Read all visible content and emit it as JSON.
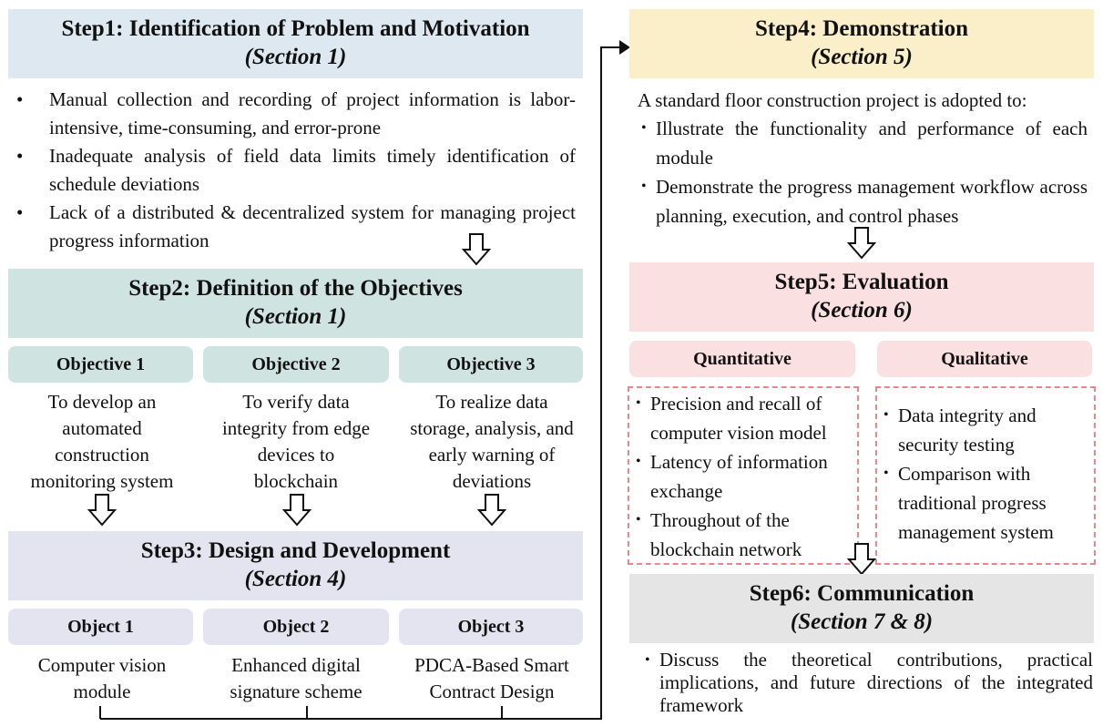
{
  "step1": {
    "title": "Step1: Identification of Problem and Motivation",
    "section": "(Section 1)",
    "bullets": [
      "Manual collection and recording of project information is labor-intensive, time-consuming, and error-prone",
      "Inadequate analysis of field data limits timely identification of schedule deviations",
      "Lack of a distributed & decentralized system for managing project progress information"
    ]
  },
  "step2": {
    "title": "Step2: Definition of the Objectives",
    "section": "(Section 1)",
    "objectives": [
      {
        "label": "Objective 1",
        "text": "To develop an automated construction monitoring system"
      },
      {
        "label": "Objective 2",
        "text": "To verify data integrity from edge devices to blockchain"
      },
      {
        "label": "Objective 3",
        "text": "To realize data storage, analysis, and early warning of deviations"
      }
    ]
  },
  "step3": {
    "title": "Step3: Design and Development",
    "section": "(Section 4)",
    "objects": [
      {
        "label": "Object 1",
        "text": "Computer vision module"
      },
      {
        "label": "Object 2",
        "text": "Enhanced digital signature scheme"
      },
      {
        "label": "Object 3",
        "text": "PDCA-Based Smart Contract Design"
      }
    ]
  },
  "step4": {
    "title": "Step4: Demonstration",
    "section": "(Section 5)",
    "intro": "A standard floor construction project is adopted to:",
    "bullets": [
      "Illustrate the functionality and performance of each module",
      "Demonstrate the progress management workflow across planning, execution, and control phases"
    ]
  },
  "step5": {
    "title": "Step5: Evaluation",
    "section": "(Section 6)",
    "quantitative": {
      "label": "Quantitative",
      "bullets": [
        "Precision and recall of computer vision model",
        "Latency of information exchange",
        "Throughout of the blockchain network"
      ]
    },
    "qualitative": {
      "label": "Qualitative",
      "bullets": [
        "Data integrity and security testing",
        "Comparison with traditional progress management system"
      ]
    }
  },
  "step6": {
    "title": "Step6: Communication",
    "section": "(Section 7 & 8)",
    "bullets": [
      "Discuss the theoretical contributions, practical implications, and future directions of the integrated framework"
    ]
  },
  "colors": {
    "step1": "#dde8f1",
    "step2": "#cfe3e1",
    "step3": "#e3e4ef",
    "step4": "#fbefc9",
    "step5": "#fbe0e2",
    "step6": "#e5e5e5",
    "dash": "#e8868c"
  }
}
